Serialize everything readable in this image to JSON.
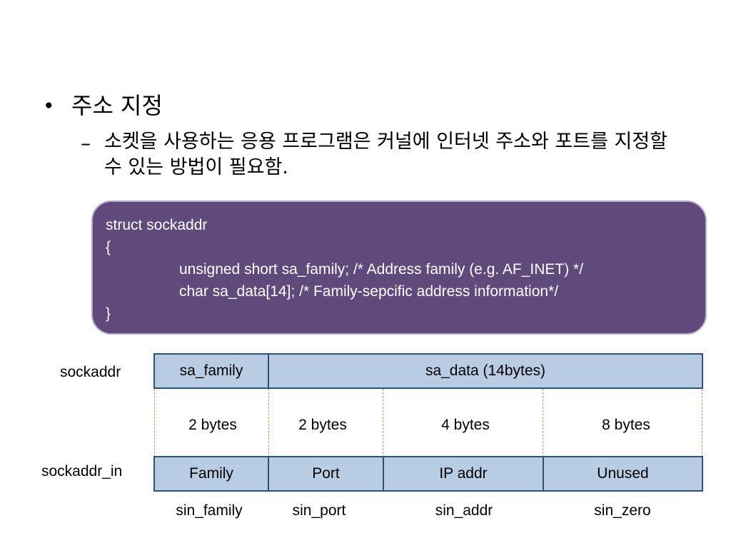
{
  "bullet": {
    "symbol": "•",
    "text": "주소 지정"
  },
  "sub_bullet": {
    "symbol": "–",
    "text": "소켓을 사용하는 응용 프로그램은 커널에 인터넷 주소와 포트를 지정할 수 있는 방법이 필요함."
  },
  "code": {
    "line1": "struct sockaddr",
    "line2": "{",
    "line3": "unsigned short sa_family; /* Address family (e.g. AF_INET) */",
    "line4": "char sa_data[14]; /* Family-sepcific address information*/",
    "line5": "}"
  },
  "diagram": {
    "sockaddr_label": "sockaddr",
    "sockaddr_in_label": "sockaddr_in",
    "sockaddr_cells": [
      "sa_family",
      "sa_data (14bytes)"
    ],
    "sizes": [
      "2 bytes",
      "2 bytes",
      "4 bytes",
      "8 bytes"
    ],
    "sockaddr_in_cells": [
      "Family",
      "Port",
      "IP addr",
      "Unused"
    ],
    "field_names": [
      "sin_family",
      "sin_port",
      "sin_addr",
      "sin_zero"
    ]
  },
  "colors": {
    "code_box_bg": "#604a7b",
    "cell_fill": "#b8cce4",
    "cell_border": "#2f4f75",
    "dashed_line": "#c0915a"
  }
}
